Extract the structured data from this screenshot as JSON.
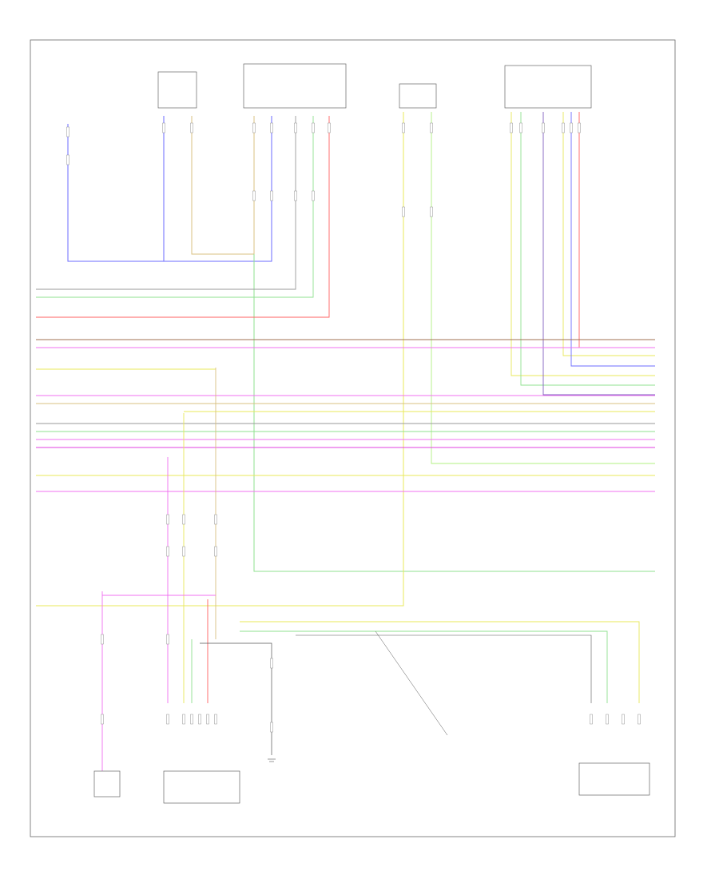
{
  "diagram": {
    "page_id": "",
    "components": [
      {
        "id": "c1",
        "name": "",
        "notes": ""
      },
      {
        "id": "c2",
        "name": "",
        "notes": ""
      },
      {
        "id": "c3",
        "name": "",
        "notes": ""
      },
      {
        "id": "c4",
        "name": "",
        "notes": ""
      },
      {
        "id": "c5",
        "name": "",
        "notes": ""
      },
      {
        "id": "c6",
        "name": "",
        "notes": ""
      },
      {
        "id": "c7",
        "name": "",
        "notes": ""
      },
      {
        "id": "c8",
        "name": "",
        "notes": ""
      },
      {
        "id": "c9",
        "name": "",
        "notes": ""
      },
      {
        "id": "c10",
        "name": "",
        "notes": ""
      },
      {
        "id": "c11",
        "name": "",
        "notes": ""
      }
    ],
    "wire_colors": {
      "blue": "#6b6bff",
      "yellow": "#e8e85a",
      "green": "#8fe08f",
      "pink": "#f070f0",
      "red": "#ff6060",
      "purple": "#8060c0",
      "brown": "#a07050",
      "tan": "#d8c080",
      "gray": "#9a9a9a",
      "magenta": "#e040e0",
      "lime": "#b0f080"
    },
    "bus_lines": [
      {
        "color": "brown"
      },
      {
        "color": "pink"
      },
      {
        "color": "yellow"
      },
      {
        "color": "pink"
      },
      {
        "color": "tan"
      },
      {
        "color": "yellow"
      },
      {
        "color": "gray"
      },
      {
        "color": "green"
      },
      {
        "color": "pink"
      },
      {
        "color": "magenta"
      },
      {
        "color": "yellow"
      },
      {
        "color": "pink"
      }
    ]
  }
}
